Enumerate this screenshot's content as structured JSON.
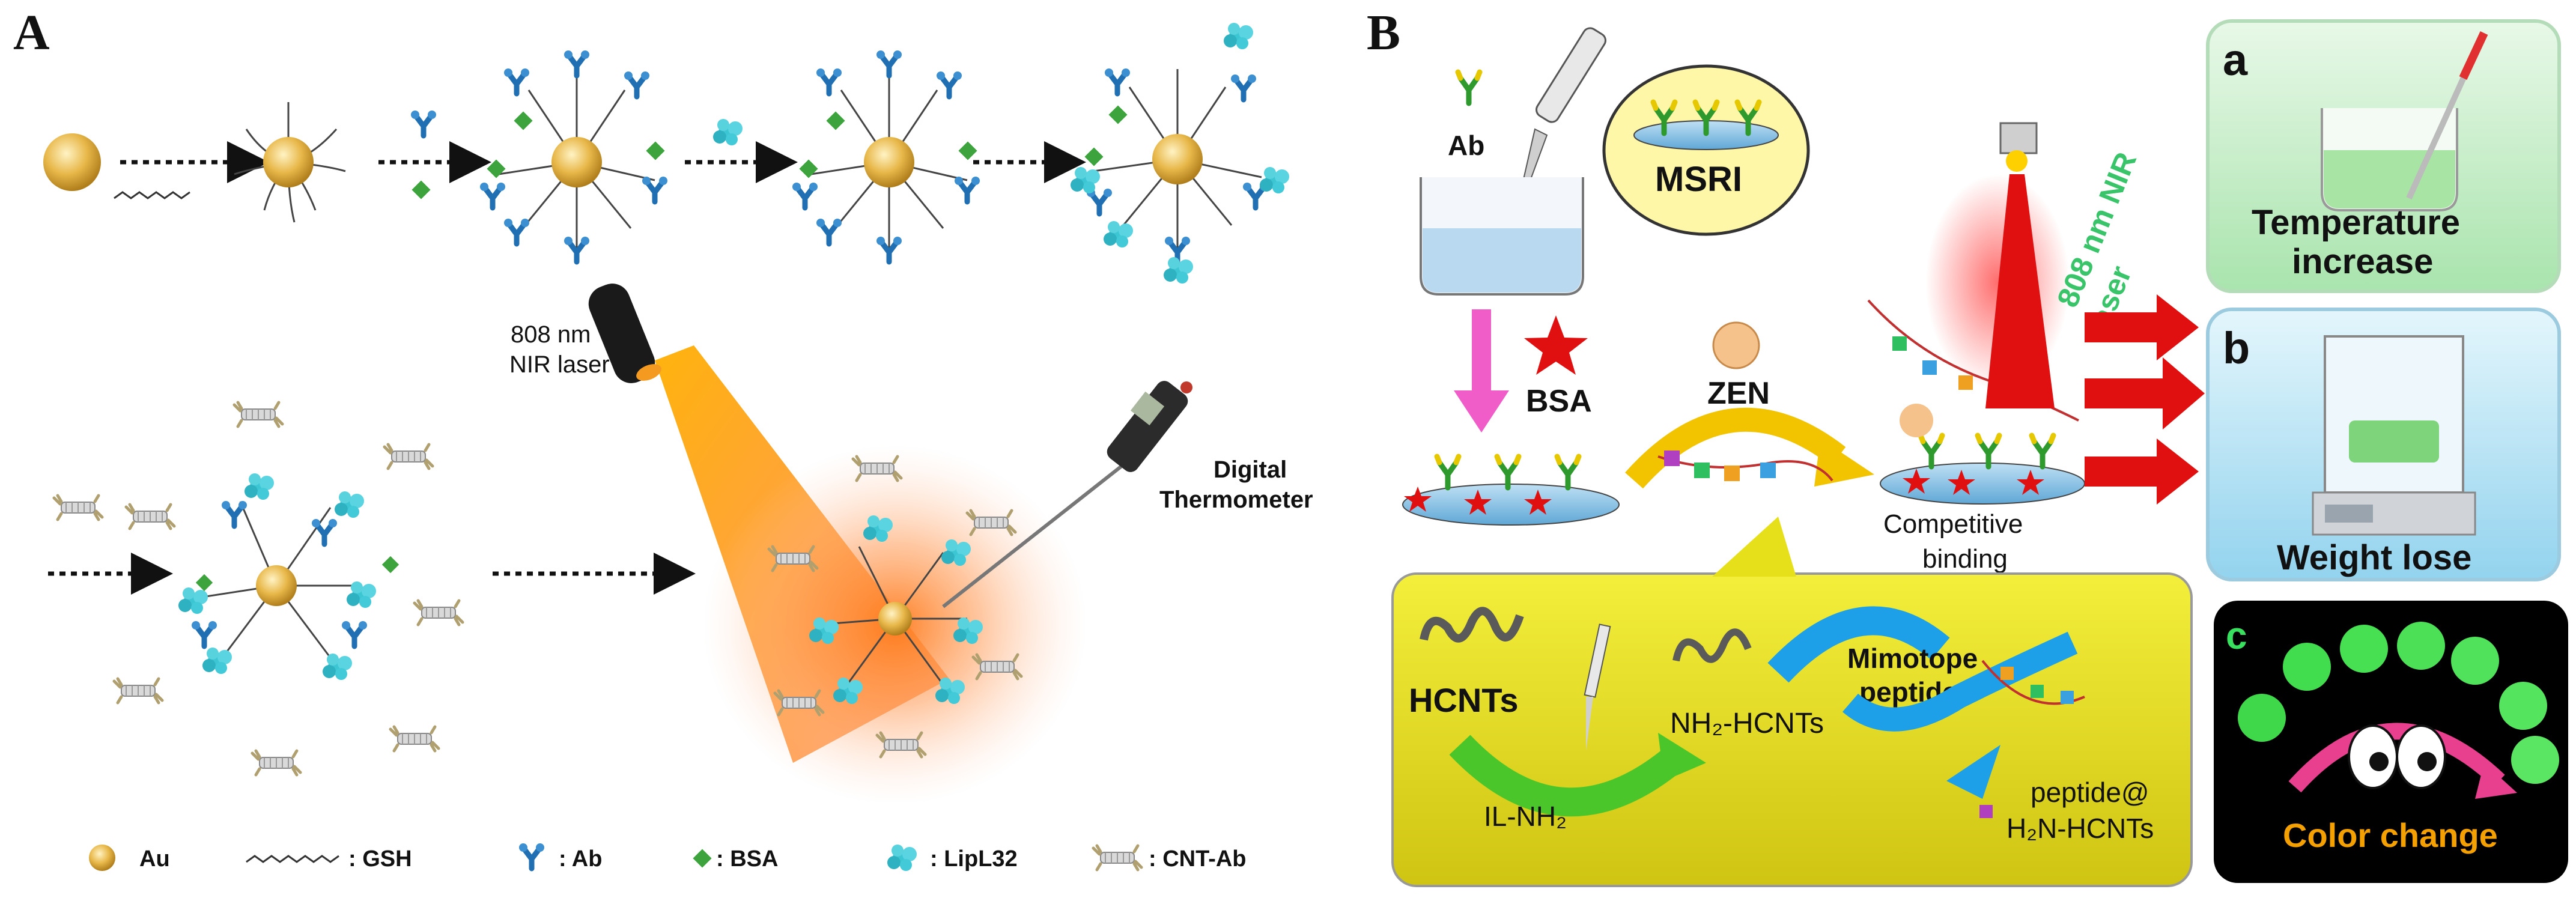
{
  "panel_a": {
    "letter": "A",
    "laser_label_line1": "808 nm",
    "laser_label_line2": "NIR laser",
    "thermometer_label_line1": "Digital",
    "thermometer_label_line2": "Thermometer",
    "legend": {
      "au": "Au",
      "gsh": ": GSH",
      "ab": ": Ab",
      "bsa": ": BSA",
      "lipl32": ": LipL32",
      "cnt_ab": ": CNT-Ab"
    }
  },
  "panel_b": {
    "letter": "B",
    "ab_label": "Ab",
    "msri_label": "MSRI",
    "bsa_label": "BSA",
    "zen_label": "ZEN",
    "laser_label_line1": "808 nm NIR",
    "laser_label_line2": "laser",
    "competitive_line1": "Competitive",
    "competitive_line2": "binding",
    "hcnts": "HCNTs",
    "nh2_hcnts": "NH₂-HCNTs",
    "il_nh2": "IL-NH₂",
    "mimotope_line1": "Mimotope",
    "mimotope_line2": "peptides",
    "peptide_line1": "peptide@",
    "peptide_line2": "H₂N-HCNTs",
    "sub_a_letter": "a",
    "sub_a_line1": "Temperature",
    "sub_a_line2": "increase",
    "sub_b_letter": "b",
    "sub_b_text": "Weight lose",
    "sub_c_letter": "c",
    "sub_c_text": "Color change"
  },
  "colors": {
    "gold": "#e8b84a",
    "antibody_blue": "#1f6fb2",
    "lipl32_cyan": "#3cc6d4",
    "bsa_green": "#3da33d",
    "yellow_box": "#e6e01a",
    "laser_red": "#e01010",
    "pink_arrow": "#f05cc8",
    "sub_a_bg": "#c9efcb",
    "sub_b_bg": "#bfe6f4",
    "sub_c_bg": "#000000",
    "label_orange": "#f4a000",
    "laser_text_green": "#39c46a"
  }
}
